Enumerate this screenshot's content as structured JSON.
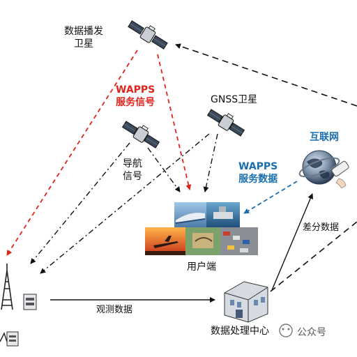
{
  "labels": {
    "broadcast_satellite_line1": "数据播发",
    "broadcast_satellite_line2": "卫星",
    "wapps_signal_line1": "WAPPS",
    "wapps_signal_line2": "服务信号",
    "gnss_satellite": "GNSS卫星",
    "nav_signal_line1": "导航",
    "nav_signal_line2": "信号",
    "internet": "互联网",
    "wapps_data_line1": "WAPPS",
    "wapps_data_line2": "服务数据",
    "user_terminal": "用户端",
    "differential_data": "差分数据",
    "observation_data": "观测数据",
    "data_center": "数据处理中心",
    "watermark": "公众号"
  },
  "colors": {
    "red_signal": "#e0241b",
    "blue_data": "#1a6fb0",
    "black_line": "#111111"
  },
  "icons": {
    "satellites": [
      "satellite-icon",
      "satellite-icon",
      "satellite-icon"
    ],
    "globe": "globe-icon",
    "tower": "antenna-tower-icon",
    "server": "server-icon",
    "building": "data-center-building-icon"
  }
}
